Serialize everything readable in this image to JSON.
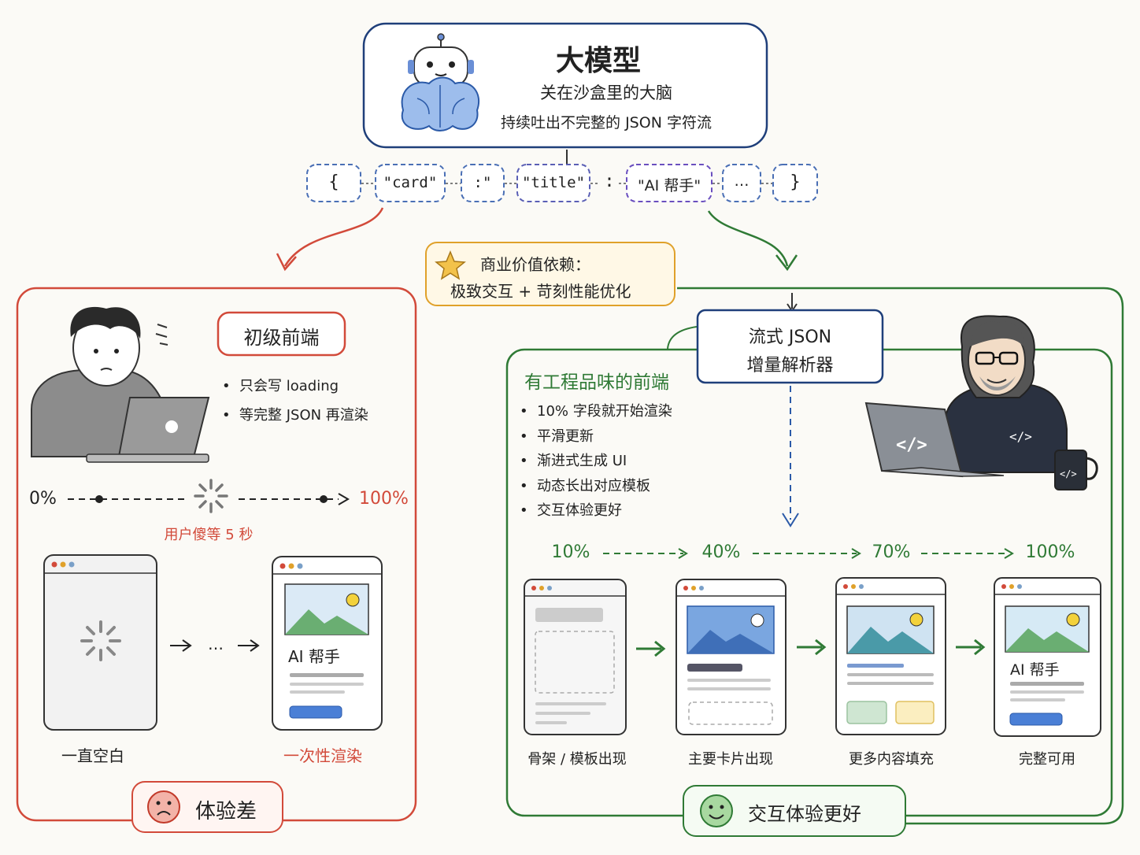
{
  "llm": {
    "title": "大模型",
    "subtitle": "关在沙盒里的大脑",
    "desc": "持续吐出不完整的 JSON 字符流"
  },
  "tokens": [
    "{",
    "\"card\"",
    ":\"",
    "\"title\"",
    ":",
    "\"AI 帮手\"",
    "…",
    "}"
  ],
  "business": {
    "line1": "商业价值依赖：",
    "line2": "极致交互 + 苛刻性能优化"
  },
  "junior": {
    "label": "初级前端",
    "bullets": [
      "只会写 loading",
      "等完整 JSON 再渲染"
    ],
    "progress_start": "0%",
    "progress_end": "100%",
    "wait_note": "用户傻等 5 秒",
    "ellipsis": "…",
    "card_title": "AI 帮手",
    "caption_blank": "一直空白",
    "caption_once": "一次性渲染",
    "verdict": "体验差"
  },
  "parser": {
    "line1": "流式 JSON",
    "line2": "增量解析器"
  },
  "senior": {
    "label": "有工程品味的前端",
    "bullets": [
      "10% 字段就开始渲染",
      "平滑更新",
      "渐进式生成 UI",
      "动态长出对应模板",
      "交互体验更好"
    ],
    "steps": [
      {
        "pct": "10%",
        "caption": "骨架 / 模板出现"
      },
      {
        "pct": "40%",
        "caption": "主要卡片出现"
      },
      {
        "pct": "70%",
        "caption": "更多内容填充"
      },
      {
        "pct": "100%",
        "caption": "完整可用"
      }
    ],
    "card_title": "AI 帮手",
    "verdict": "交互体验更好"
  },
  "colors": {
    "red": "#d24a3a",
    "green": "#2f7a35",
    "navy": "#1f3f7a",
    "gold": "#e0a12a",
    "purple": "#6a4fbf"
  }
}
